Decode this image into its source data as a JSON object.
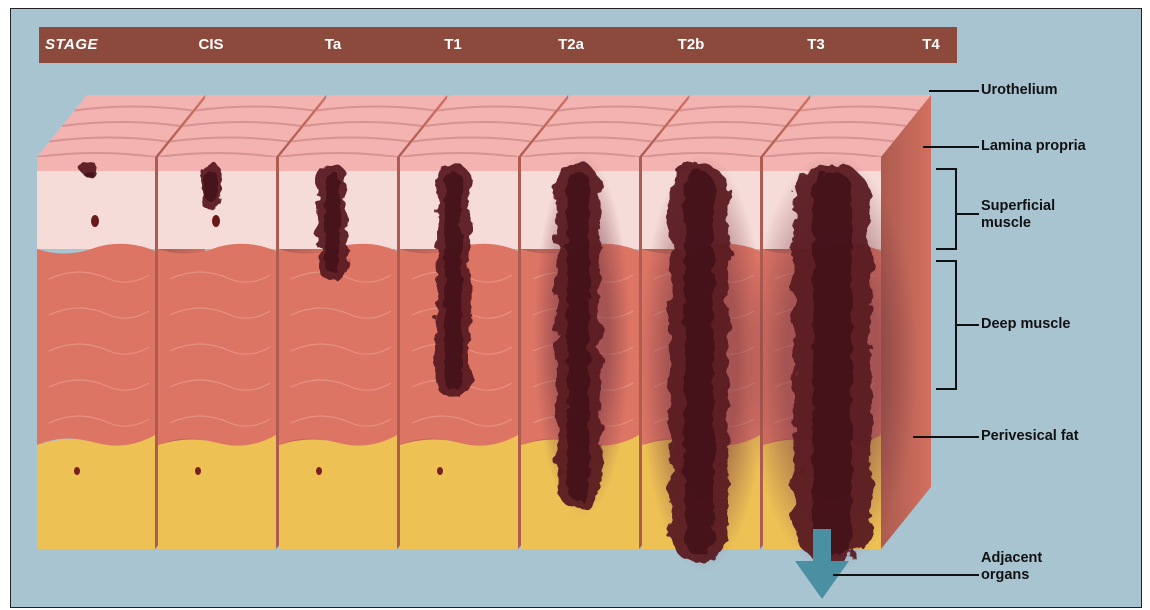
{
  "header": {
    "stage_label": "STAGE",
    "stages": [
      "CIS",
      "Ta",
      "T1",
      "T2a",
      "T2b",
      "T3",
      "T4"
    ]
  },
  "layers": {
    "urothelium": "Urothelium",
    "lamina_propria": "Lamina propria",
    "superficial_muscle": [
      "Superficial",
      "muscle"
    ],
    "deep_muscle": "Deep muscle",
    "perivesical_fat": "Perivesical fat",
    "adjacent_organs": [
      "Adjacent",
      "organs"
    ]
  },
  "colors": {
    "background": "#a9c4d1",
    "header_bar": "#8b4a3c",
    "urothelium": "#f3b3b1",
    "lamina_propria": "#f6dcd8",
    "muscle": "#dd7565",
    "fat": "#eec155",
    "tumor": "#5a1c20",
    "arrow": "#4b8fa3"
  },
  "icons": {
    "invasion_arrow": "down-arrow-icon"
  }
}
